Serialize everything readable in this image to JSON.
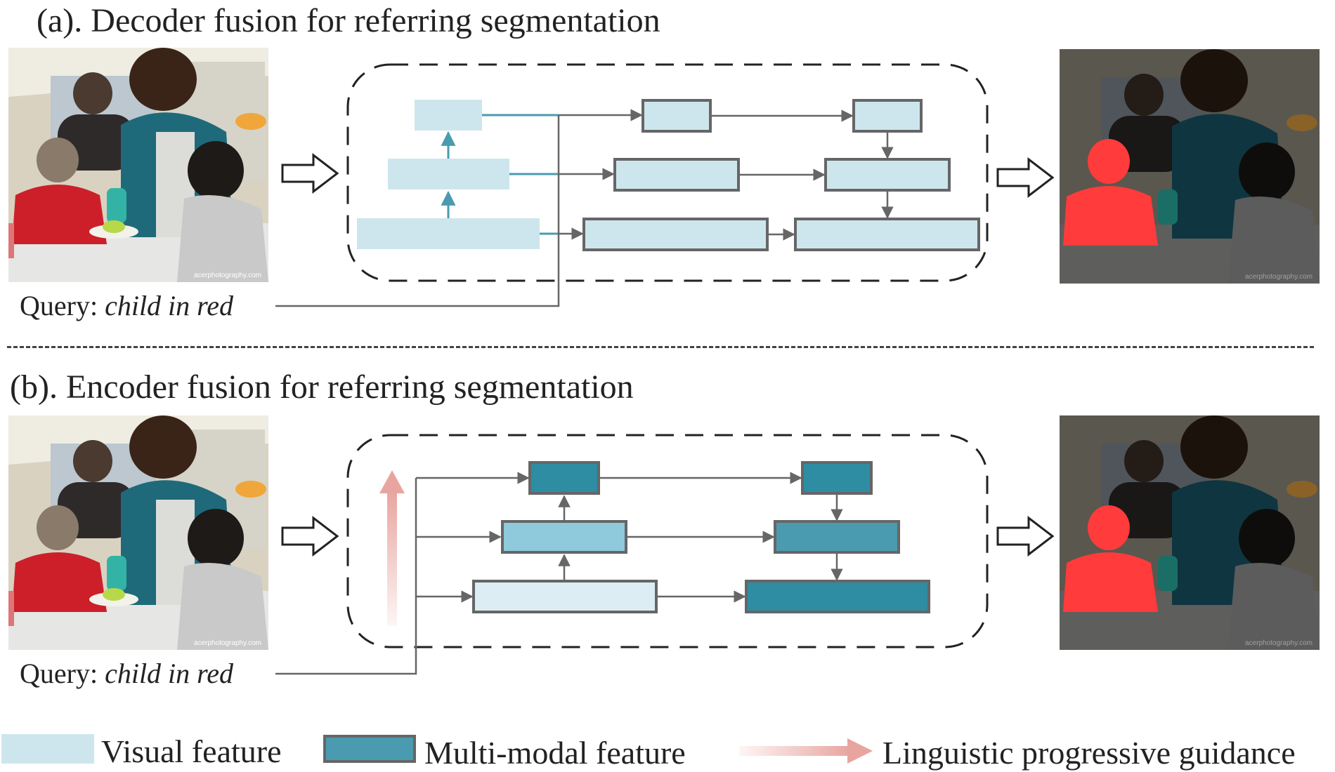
{
  "section_a": {
    "title": "(a).  Decoder fusion for referring segmentation",
    "query_prefix": "Query:",
    "query_text": "child in red"
  },
  "section_b": {
    "title": "(b).  Encoder fusion for referring segmentation",
    "query_prefix": "Query:",
    "query_text": "child in red"
  },
  "photo": {
    "watermark": "acerphotography.com"
  },
  "legend": {
    "visual_feature": "Visual feature",
    "multimodal_feature": "Multi-modal feature",
    "linguistic_guidance": "Linguistic progressive guidance"
  },
  "colors": {
    "visual": "#cde6ee",
    "multimodal_light": "#8fc9dc",
    "multimodal_mid": "#4a9bb0",
    "multimodal_dark": "#2e8ca3",
    "mask": "#ff3b3b",
    "guidance": "#e8a5a0",
    "stroke": "#666666",
    "connector": "#4a9bb0"
  }
}
